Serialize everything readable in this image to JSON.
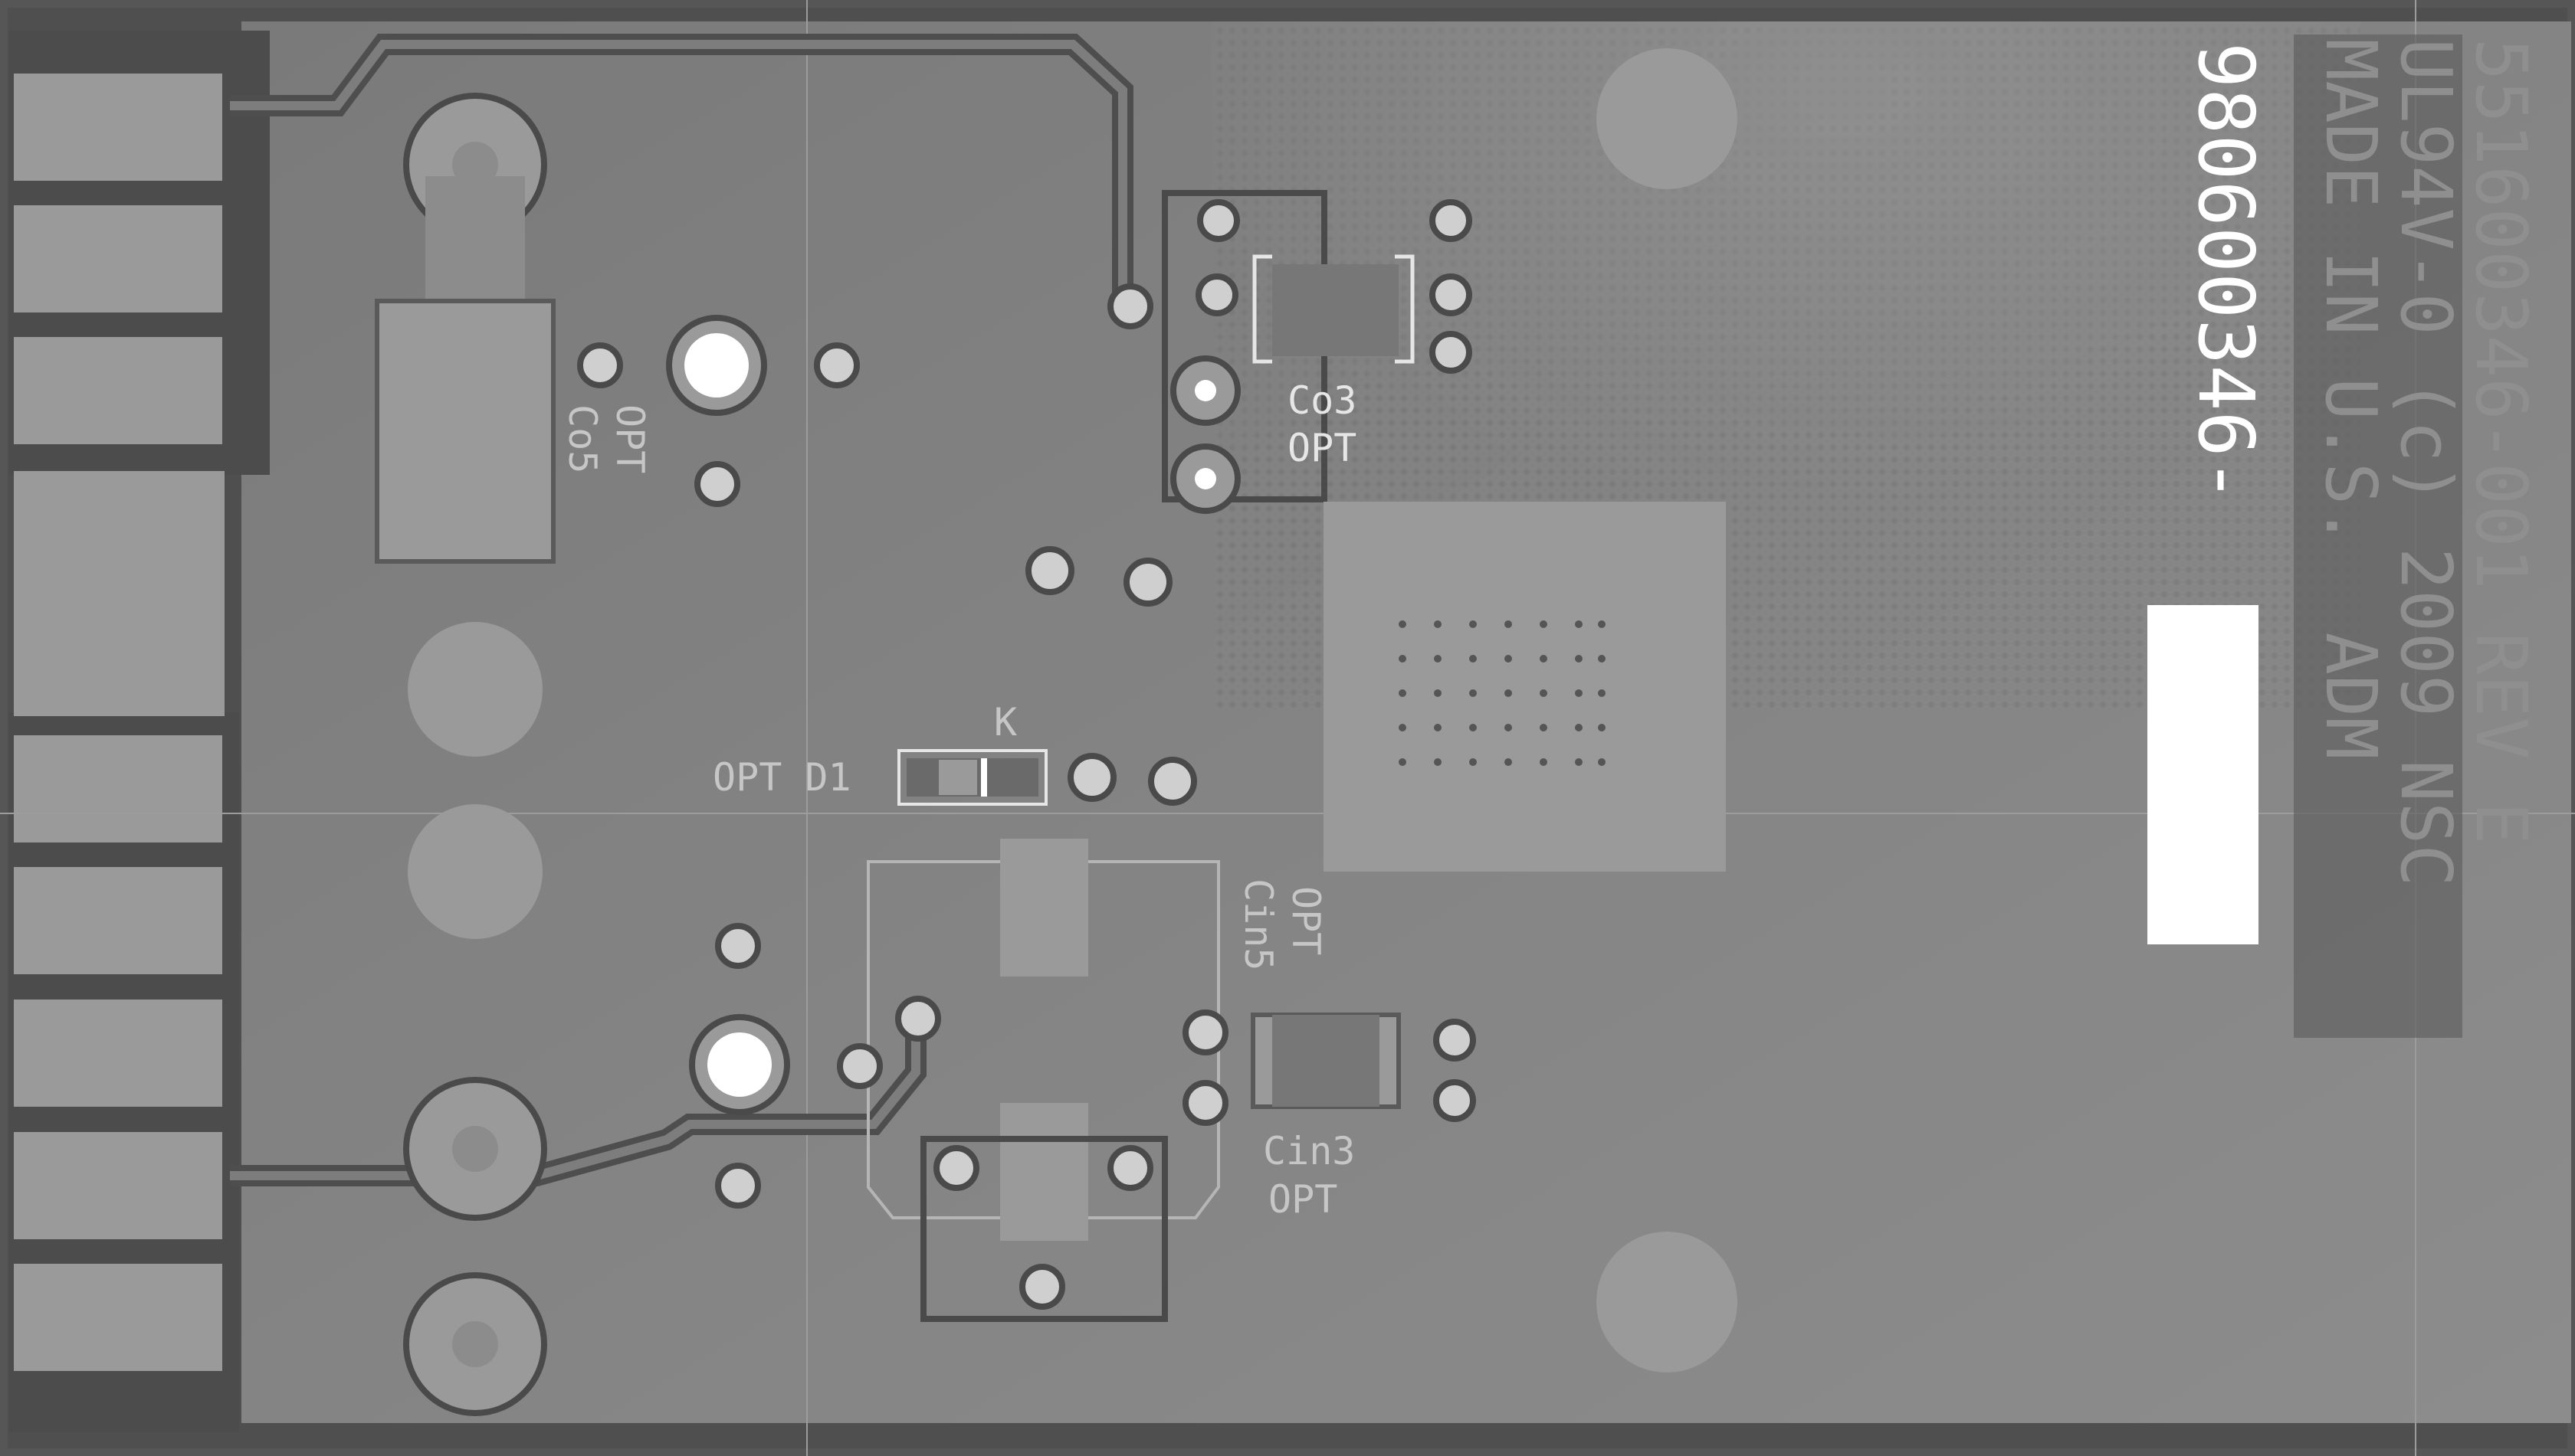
{
  "board": {
    "part_number_line": "551600346-001 REV E",
    "rating_line": "UL94V-0 (c) 2009 NSC",
    "origin_line": "MADE IN U.S.  ADM",
    "serial_text": "980600346-"
  },
  "labels": {
    "co3_ref": "Co3",
    "co3_opt": "OPT",
    "co5_ref": "Co5",
    "co5_opt": "OPT",
    "d1_ref": "OPT D1",
    "d1_cathode": "K",
    "cin5_ref": "Cin5",
    "cin5_opt": "OPT",
    "cin3_ref": "Cin3",
    "cin3_opt": "OPT"
  },
  "colors": {
    "board_edge": "#4f4f4f",
    "board_surface": "#7d7d7d",
    "copper_pad": "#9a9a9a",
    "trace": "#555555",
    "silkscreen": "#e6e6e6",
    "drill": "#ffffff"
  }
}
